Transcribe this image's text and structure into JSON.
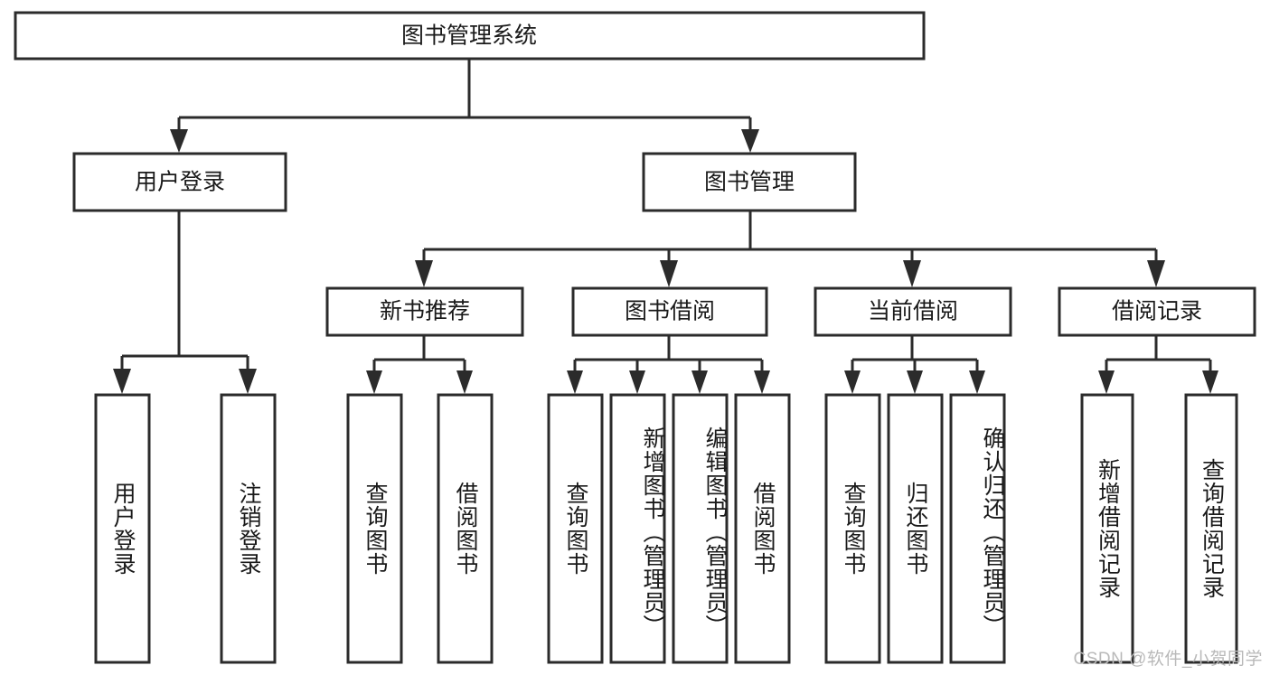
{
  "diagram": {
    "type": "tree-hierarchy",
    "title": "图书管理系统",
    "watermark": "CSDN @软件_小贺同学",
    "colors": {
      "stroke": "#2b2b2b",
      "fill": "#ffffff",
      "text": "#1a1a1a",
      "watermark": "#b9b9b9"
    },
    "root": {
      "label": "图书管理系统",
      "orientation": "horizontal"
    },
    "level2": [
      {
        "label": "用户登录",
        "orientation": "horizontal"
      },
      {
        "label": "图书管理",
        "orientation": "horizontal"
      }
    ],
    "level3": [
      {
        "label": "新书推荐",
        "orientation": "horizontal"
      },
      {
        "label": "图书借阅",
        "orientation": "horizontal"
      },
      {
        "label": "当前借阅",
        "orientation": "horizontal"
      },
      {
        "label": "借阅记录",
        "orientation": "horizontal"
      }
    ],
    "leaves": [
      {
        "label": "用户登录",
        "orientation": "vertical",
        "parent": "用户登录"
      },
      {
        "label": "注销登录",
        "orientation": "vertical",
        "parent": "用户登录"
      },
      {
        "label": "查询图书",
        "orientation": "vertical",
        "parent": "新书推荐"
      },
      {
        "label": "借阅图书",
        "orientation": "vertical",
        "parent": "新书推荐"
      },
      {
        "label": "查询图书",
        "orientation": "vertical",
        "parent": "图书借阅"
      },
      {
        "label": "新增图书（管理员）",
        "orientation": "vertical",
        "parent": "图书借阅"
      },
      {
        "label": "编辑图书（管理员）",
        "orientation": "vertical",
        "parent": "图书借阅"
      },
      {
        "label": "借阅图书",
        "orientation": "vertical",
        "parent": "图书借阅"
      },
      {
        "label": "查询图书",
        "orientation": "vertical",
        "parent": "当前借阅"
      },
      {
        "label": "归还图书",
        "orientation": "vertical",
        "parent": "当前借阅"
      },
      {
        "label": "确认归还（管理员）",
        "orientation": "vertical",
        "parent": "当前借阅"
      },
      {
        "label": "新增借阅记录",
        "orientation": "vertical",
        "parent": "借阅记录"
      },
      {
        "label": "查询借阅记录",
        "orientation": "vertical",
        "parent": "借阅记录"
      }
    ]
  }
}
